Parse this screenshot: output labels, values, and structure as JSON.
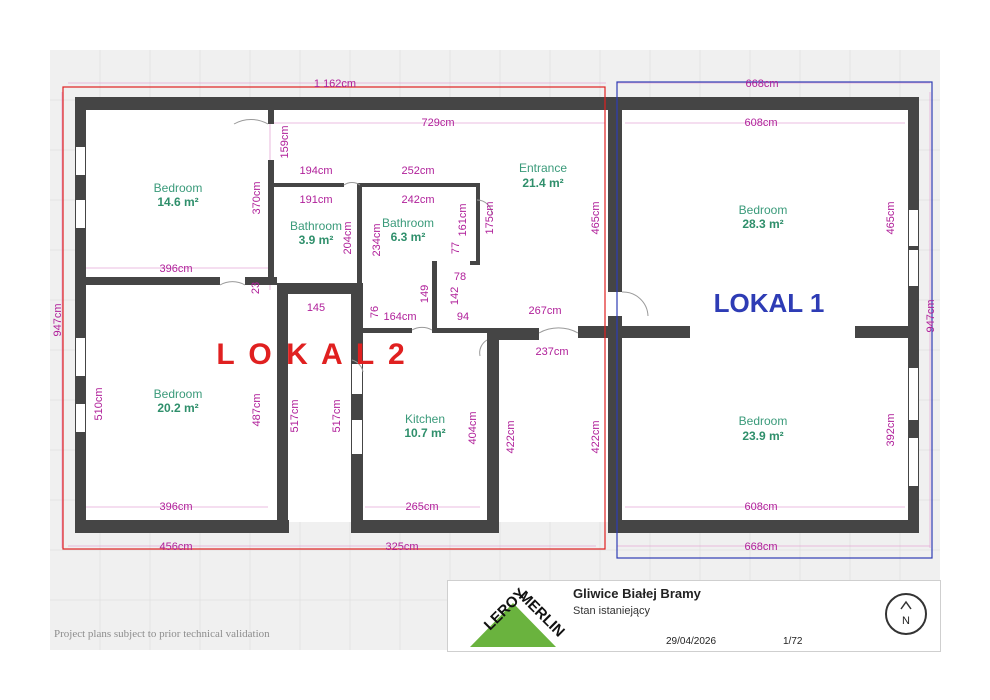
{
  "colors": {
    "wall": "#454545",
    "dimension": "#b0209a",
    "room_label": "#3a9a7a",
    "lokal_1": "#2e3cb5",
    "lokal_2": "#e02020"
  },
  "dimensions": {
    "total_width": "1 162cm",
    "lokal1_width": "668cm",
    "lokal1_width_bottom": "668cm",
    "entrance_width": "729cm",
    "lokal1_inner_top": "608cm",
    "lokal1_inner_bottom": "608cm",
    "height_left": "947cm",
    "height_right": "947cm",
    "d159": "159cm",
    "d194": "194cm",
    "d252": "252cm",
    "d191": "191cm",
    "d242": "242cm",
    "d370": "370cm",
    "d204": "204cm",
    "d234": "234cm",
    "d161": "161cm",
    "d175": "175cm",
    "d465a": "465cm",
    "d465b": "465cm",
    "d396_top": "396cm",
    "d23": "23",
    "d145": "145",
    "d77": "77",
    "d78": "78",
    "d142": "142",
    "d149": "149",
    "d76": "76",
    "d164": "164cm",
    "d94": "94",
    "d267": "267cm",
    "d237": "237cm",
    "d510": "510cm",
    "d487": "487cm",
    "d517a": "517cm",
    "d517b": "517cm",
    "d404": "404cm",
    "d422a": "422cm",
    "d422b": "422cm",
    "d392": "392cm",
    "d396_bottom": "396cm",
    "d265": "265cm",
    "d456": "456cm",
    "d325": "325cm"
  },
  "rooms": {
    "bedroom_tl": {
      "name": "Bedroom",
      "area": "14.6 m²"
    },
    "bathroom_small": {
      "name": "Bathroom",
      "area": "3.9 m²"
    },
    "bathroom_large": {
      "name": "Bathroom",
      "area": "6.3 m²"
    },
    "entrance": {
      "name": "Entrance",
      "area": "21.4 m²"
    },
    "bedroom_tr": {
      "name": "Bedroom",
      "area": "28.3 m²"
    },
    "bedroom_bl": {
      "name": "Bedroom",
      "area": "20.2 m²"
    },
    "kitchen": {
      "name": "Kitchen",
      "area": "10.7 m²"
    },
    "bedroom_br": {
      "name": "Bedroom",
      "area": "23.9 m²"
    }
  },
  "lokal_labels": {
    "lokal_1": "LOKAL 1",
    "lokal_2": "L O K A L  2"
  },
  "title_block": {
    "logo_top": "LEROY",
    "logo_bottom": "MERLIN",
    "project_title": "Gliwice Białej Bramy",
    "subtitle": "Stan istaniejący",
    "date": "29/04/2026",
    "page": "1/72",
    "north": "N"
  },
  "disclaimer": "Project plans subject to prior technical validation"
}
